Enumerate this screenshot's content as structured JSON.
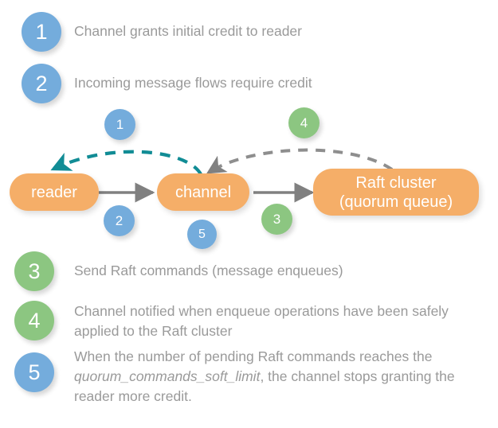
{
  "palette": {
    "blue": "#74acdc",
    "green": "#8cc681",
    "orange": "#f5ae68",
    "teal": "#118c95",
    "gray_arrow": "#808080",
    "text_gray": "#9a9a9a",
    "background": "#ffffff"
  },
  "legend_top": [
    {
      "number": "1",
      "color": "blue",
      "text": "Channel grants initial credit to reader"
    },
    {
      "number": "2",
      "color": "blue",
      "text": "Incoming message flows require credit"
    }
  ],
  "legend_bottom": [
    {
      "number": "3",
      "color": "green",
      "text": "Send Raft commands (message enqueues)"
    },
    {
      "number": "4",
      "color": "green",
      "text": "Channel notified when enqueue operations have been safely applied to the Raft cluster"
    },
    {
      "number": "5",
      "color": "blue",
      "text_before": "When the number of pending Raft commands reaches the ",
      "text_em": "quorum_commands_soft_limit",
      "text_after": ", the channel stops granting the reader more credit."
    }
  ],
  "diagram": {
    "nodes": [
      {
        "id": "reader",
        "label": "reader"
      },
      {
        "id": "channel",
        "label": "channel"
      },
      {
        "id": "raft",
        "line1": "Raft cluster",
        "line2": "(quorum queue)"
      }
    ],
    "markers": [
      {
        "number": "1",
        "color": "blue",
        "name": "marker-1-credit-grant"
      },
      {
        "number": "2",
        "color": "blue",
        "name": "marker-2-message-flow"
      },
      {
        "number": "3",
        "color": "green",
        "name": "marker-3-raft-commands"
      },
      {
        "number": "4",
        "color": "green",
        "name": "marker-4-enqueue-notify"
      },
      {
        "number": "5",
        "color": "blue",
        "name": "marker-5-soft-limit"
      }
    ],
    "edges": [
      {
        "name": "edge-channel-to-reader-credit",
        "style": "dashed",
        "color": "teal",
        "from": "channel",
        "to": "reader"
      },
      {
        "name": "edge-reader-to-channel",
        "style": "solid",
        "color": "gray",
        "from": "reader",
        "to": "channel"
      },
      {
        "name": "edge-channel-to-raft",
        "style": "solid",
        "color": "gray",
        "from": "channel",
        "to": "raft"
      },
      {
        "name": "edge-raft-to-channel-notify",
        "style": "dashed",
        "color": "gray",
        "from": "raft",
        "to": "channel"
      }
    ]
  }
}
